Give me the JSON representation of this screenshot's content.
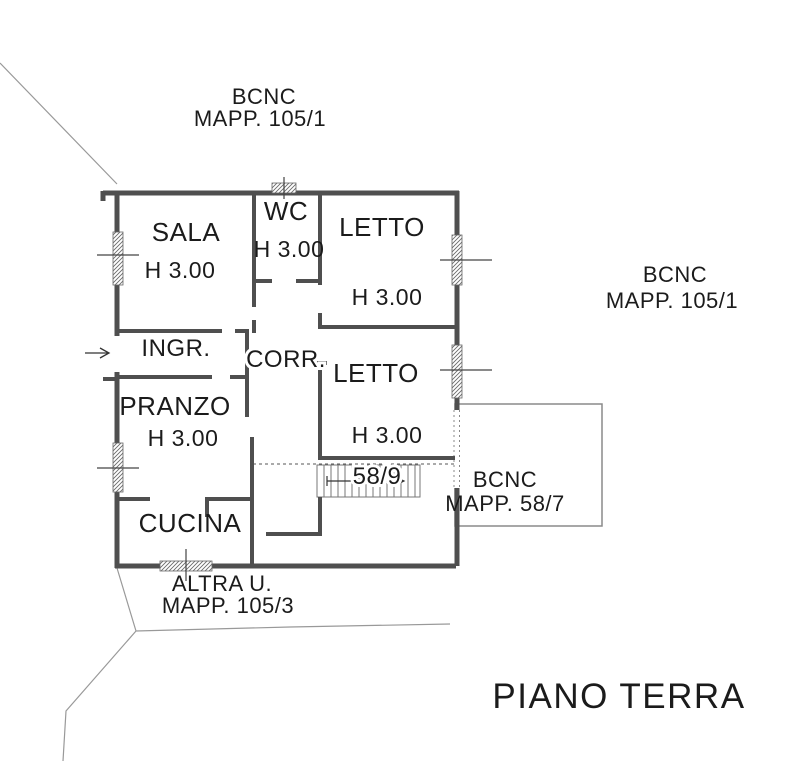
{
  "plan": {
    "floor_label": "PIANO TERRA",
    "parcels": {
      "top": {
        "line1": "BCNC",
        "line2": "MAPP. 105/1"
      },
      "right": {
        "line1": "BCNC",
        "line2": "MAPP. 105/1"
      },
      "balcony": {
        "line1": "BCNC",
        "line2": "MAPP. 58/7"
      },
      "bottom": {
        "line1": "ALTRA U.",
        "line2": "MAPP. 105/3"
      },
      "stair": {
        "label": "58/9"
      }
    },
    "rooms": {
      "sala": {
        "name": "SALA",
        "height": "H 3.00"
      },
      "wc": {
        "name": "WC",
        "height": "H 3.00"
      },
      "letto1": {
        "name": "LETTO",
        "height": "H 3.00"
      },
      "letto2": {
        "name": "LETTO",
        "height": "H 3.00"
      },
      "ingresso": {
        "name": "INGR."
      },
      "corridoio": {
        "name": "CORR."
      },
      "pranzo": {
        "name": "PRANZO",
        "height": "H 3.00"
      },
      "cucina": {
        "name": "CUCINA"
      }
    },
    "icons": {
      "entrance": "entrance-arrow",
      "stairs": "stair-direction-arrow",
      "window": "window-hatch-symbol"
    },
    "colors": {
      "wall": "#4f4f4f",
      "text": "#1b1b1b",
      "thin_line": "#999999",
      "background": "#ffffff"
    }
  }
}
